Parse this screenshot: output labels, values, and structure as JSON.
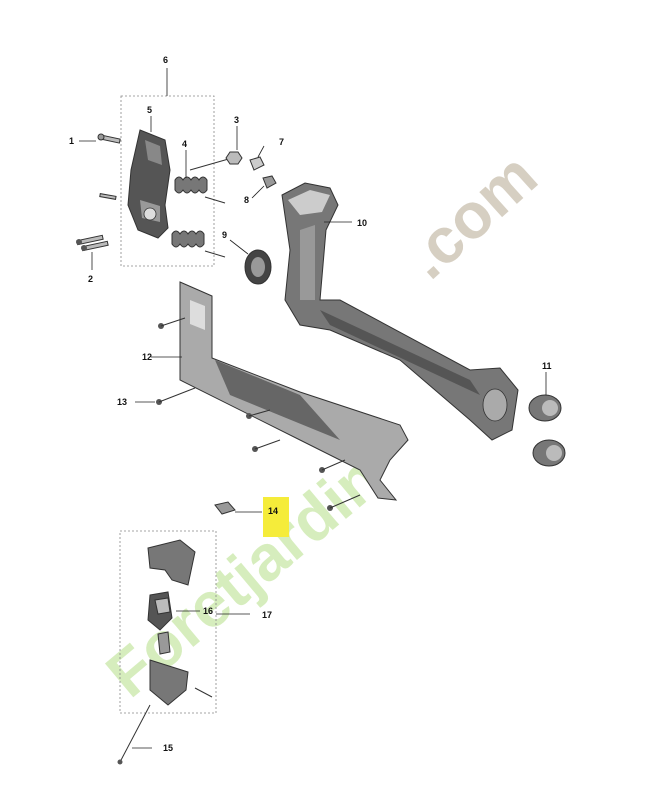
{
  "watermark": {
    "name": "Foretjardin",
    "domain": ".com"
  },
  "highlight_color": "#f5ec3a",
  "labels": [
    {
      "id": "1",
      "text": "1"
    },
    {
      "id": "2",
      "text": "2"
    },
    {
      "id": "3",
      "text": "3"
    },
    {
      "id": "4",
      "text": "4"
    },
    {
      "id": "5",
      "text": "5"
    },
    {
      "id": "6",
      "text": "6"
    },
    {
      "id": "7",
      "text": "7"
    },
    {
      "id": "8",
      "text": "8"
    },
    {
      "id": "9",
      "text": "9"
    },
    {
      "id": "10",
      "text": "10"
    },
    {
      "id": "11",
      "text": "11"
    },
    {
      "id": "12",
      "text": "12"
    },
    {
      "id": "13",
      "text": "13"
    },
    {
      "id": "14",
      "text": "14",
      "highlighted": true
    },
    {
      "id": "15",
      "text": "15"
    },
    {
      "id": "16",
      "text": "16"
    },
    {
      "id": "17",
      "text": "17"
    }
  ]
}
